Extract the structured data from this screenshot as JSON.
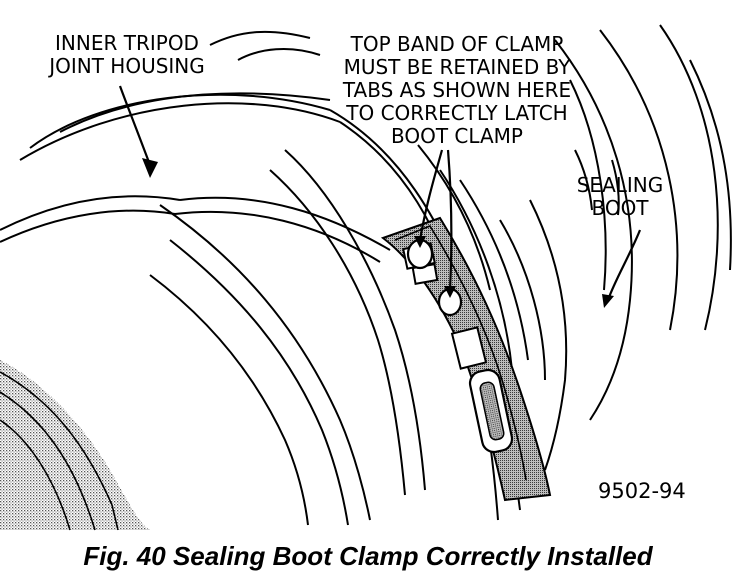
{
  "labels": {
    "housing": [
      "INNER TRIPOD",
      "JOINT HOUSING"
    ],
    "clamp": [
      "TOP BAND OF CLAMP",
      "MUST BE RETAINED BY",
      "TABS AS SHOWN HERE",
      "TO CORRECTLY LATCH",
      "BOOT CLAMP"
    ],
    "boot": [
      "SEALING",
      "BOOT"
    ],
    "part_number": "9502-94"
  },
  "caption": "Fig. 40 Sealing Boot Clamp Correctly Installed",
  "colors": {
    "ink": "#000000",
    "background": "#ffffff",
    "shade": "#9a9a9a"
  }
}
